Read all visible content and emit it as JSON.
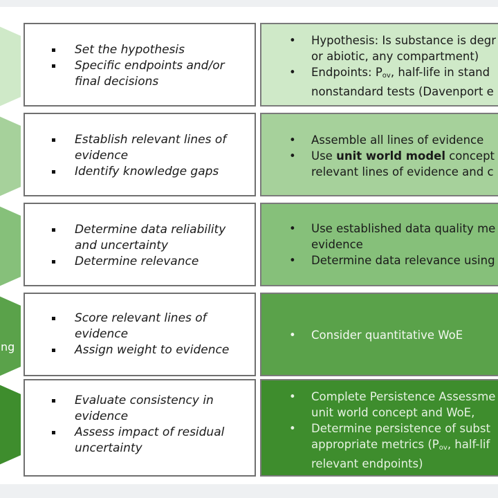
{
  "colors": {
    "green_1": "#cfe9c8",
    "green_2": "#a6d19b",
    "green_3": "#86c07a",
    "green_4": "#5aa24a",
    "green_5": "#3e8d2d",
    "border": "#6f6f6f"
  },
  "chevron_labels": [
    "",
    "",
    "",
    "ng",
    ""
  ],
  "steps": [
    {
      "middle": [
        "Set the hypothesis",
        "Specific endpoints and/or final decisions"
      ],
      "right": [
        {
          "lines": [
            [
              "Hypothesis: Is substance is degr",
              "or abiotic, any compartment)"
            ]
          ]
        },
        {
          "lines": [
            [
              "Endpoints: P",
              "ov",
              ", half-life in stand"
            ],
            [
              "nonstandard tests (Davenport e"
            ]
          ]
        }
      ]
    },
    {
      "middle": [
        "Establish relevant lines of evidence",
        "Identify knowledge gaps"
      ],
      "right": [
        {
          "text": "Assemble all lines of evidence"
        },
        {
          "pre": "Use ",
          "bold": "unit world model",
          "post": " concept f",
          "line2": "relevant lines of evidence and c"
        }
      ]
    },
    {
      "middle": [
        "Determine data reliability and uncertainty",
        "Determine relevance"
      ],
      "right": [
        {
          "text": "Use established data quality me",
          "line2": "evidence"
        },
        {
          "text": "Determine data relevance using"
        }
      ]
    },
    {
      "middle": [
        "Score relevant lines of evidence",
        "Assign weight to evidence"
      ],
      "right": [
        {
          "text": "Consider quantitative WoE"
        }
      ]
    },
    {
      "middle": [
        "Evaluate consistency in evidence",
        "Assess impact of residual uncertainty"
      ],
      "right": [
        {
          "text": "Complete Persistence Assessme",
          "line2": "unit world concept and WoE,"
        },
        {
          "text": "Determine persistence of subst",
          "line2_pre": "appropriate metrics (P",
          "line2_sub": "ov",
          "line2_post": ", half-lif",
          "line3": "relevant endpoints)"
        }
      ]
    }
  ]
}
